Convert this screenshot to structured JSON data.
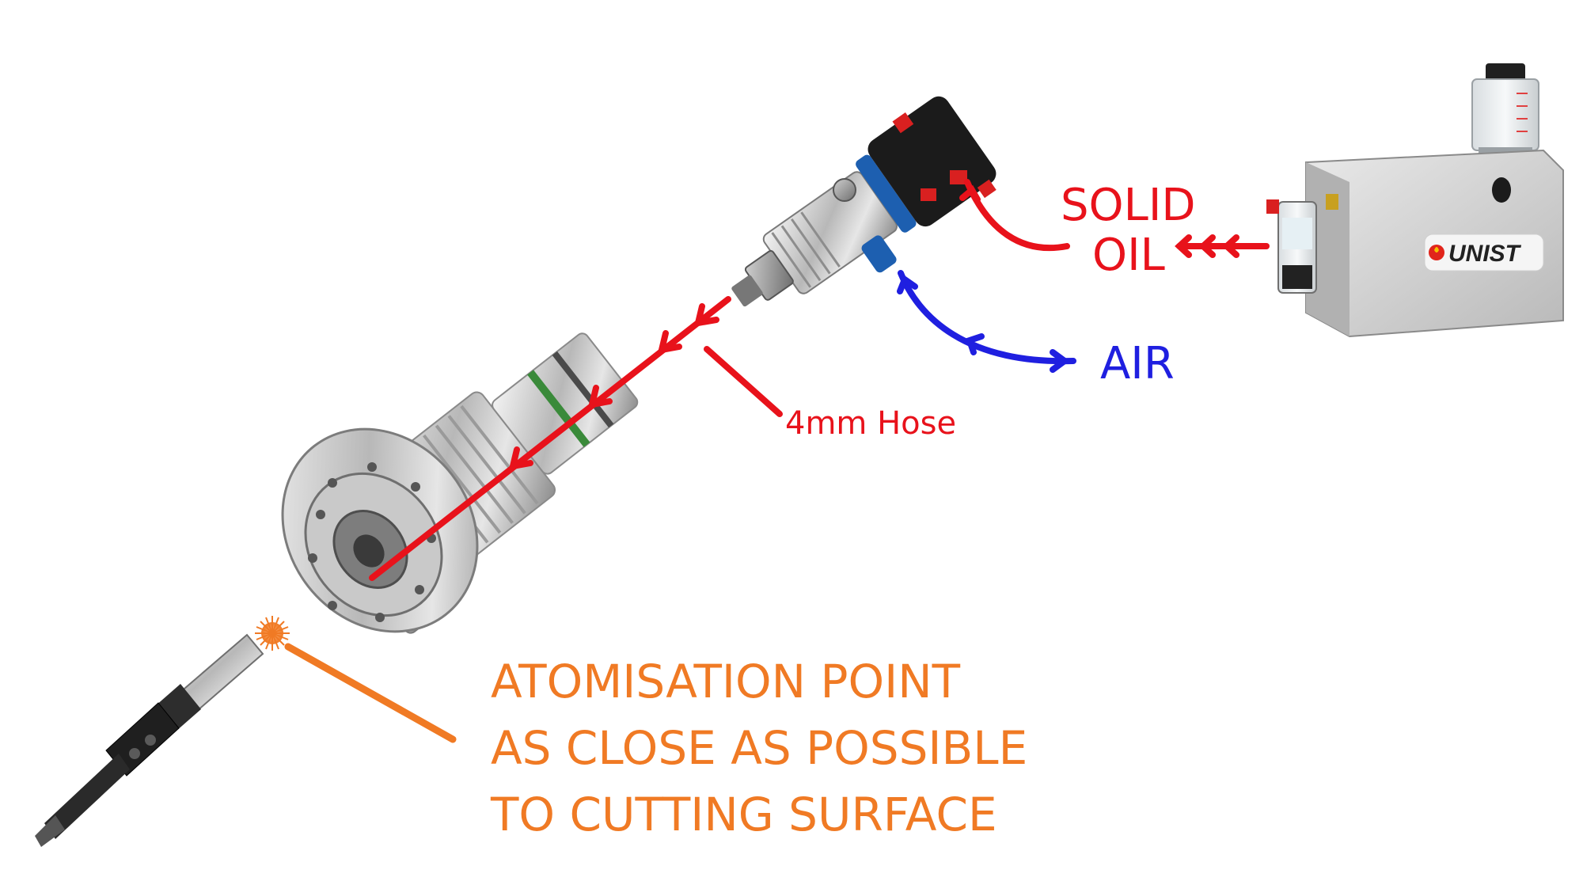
{
  "labels": {
    "solid": "SOLID",
    "oil": "OIL",
    "air": "AIR",
    "hose": "4mm Hose",
    "atomisation_line1": "ATOMISATION POINT",
    "atomisation_line2": "AS CLOSE AS POSSIBLE",
    "atomisation_line3": "TO CUTTING SURFACE"
  },
  "logo_text": "UNIST",
  "colors": {
    "oil": "#e8121b",
    "air": "#1f1fe0",
    "atomisation": "#f07a24",
    "background": "#ffffff"
  }
}
